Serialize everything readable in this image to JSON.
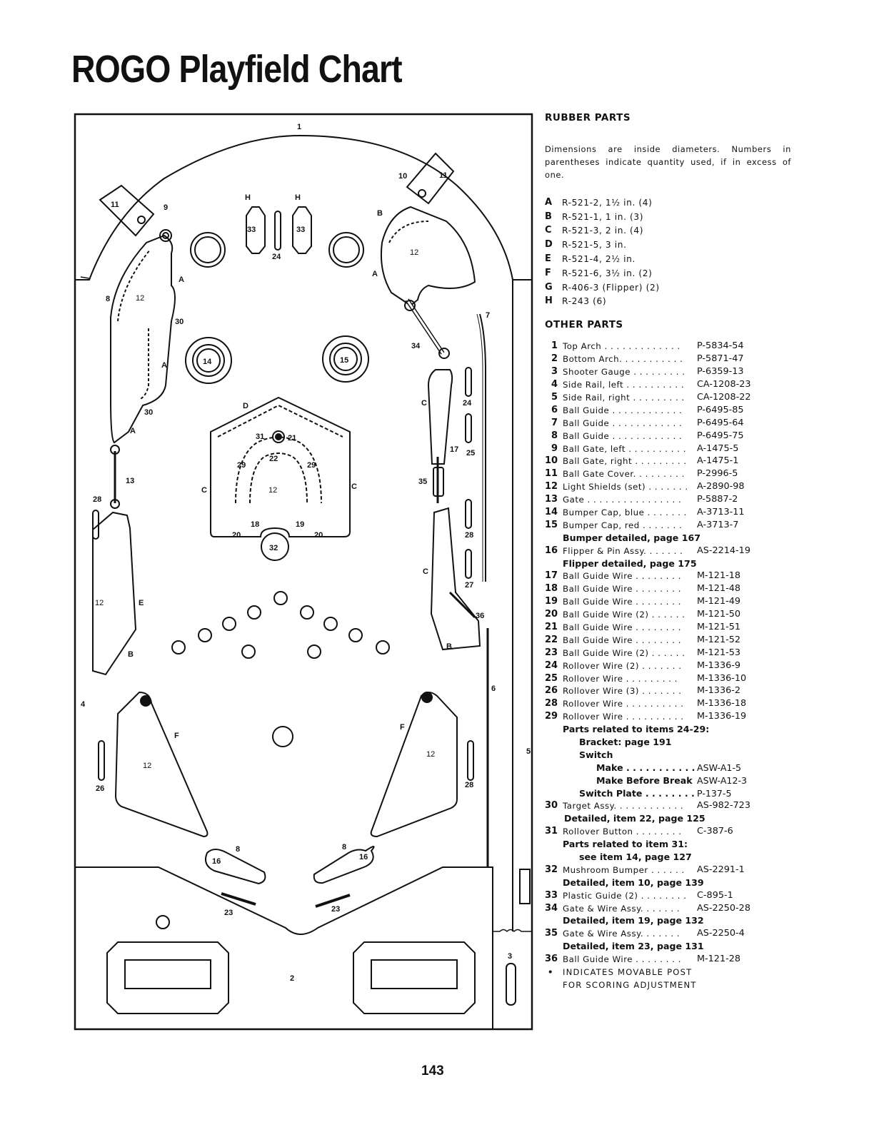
{
  "page": {
    "title": "ROGO Playfield Chart",
    "page_number": "143"
  },
  "rubber_parts": {
    "heading": "RUBBER PARTS",
    "intro": "Dimensions are inside diameters. Numbers in parentheses indicate quantity used, if in excess of one.",
    "items": [
      {
        "key": "A",
        "text": "R-521-2, 1½ in. (4)"
      },
      {
        "key": "B",
        "text": "R-521-1, 1 in. (3)"
      },
      {
        "key": "C",
        "text": "R-521-3, 2 in. (4)"
      },
      {
        "key": "D",
        "text": "R-521-5, 3 in."
      },
      {
        "key": "E",
        "text": "R-521-4, 2½ in."
      },
      {
        "key": "F",
        "text": "R-521-6, 3½ in. (2)"
      },
      {
        "key": "G",
        "text": "R-406-3 (Flipper) (2)"
      },
      {
        "key": "H",
        "text": "R-243 (6)"
      }
    ]
  },
  "other_parts": {
    "heading": "OTHER PARTS",
    "rows": [
      {
        "n": "1",
        "d": "Top Arch . . . . . . . . . . . . .",
        "p": "P-5834-54"
      },
      {
        "n": "2",
        "d": "Bottom Arch. . . . . . . . . . .",
        "p": "P-5871-47"
      },
      {
        "n": "3",
        "d": "Shooter Gauge . . . . . . . . .",
        "p": "P-6359-13"
      },
      {
        "n": "4",
        "d": "Side Rail, left . . . . . . . . . .",
        "p": "CA-1208-23"
      },
      {
        "n": "5",
        "d": "Side Rail, right . . . . . . . . .",
        "p": "CA-1208-22"
      },
      {
        "n": "6",
        "d": "Ball Guide . . . . . . . . . . . .",
        "p": "P-6495-85"
      },
      {
        "n": "7",
        "d": "Ball Guide . . . . . . . . . . . .",
        "p": "P-6495-64"
      },
      {
        "n": "8",
        "d": "Ball Guide . . . . . . . . . . . .",
        "p": "P-6495-75"
      },
      {
        "n": "9",
        "d": "Ball Gate, left . . . . . . . . . .",
        "p": "A-1475-5"
      },
      {
        "n": "10",
        "d": "Ball Gate, right . . . . . . . . .",
        "p": "A-1475-1"
      },
      {
        "n": "11",
        "d": "Ball Gate Cover. . . . . . . . .",
        "p": "P-2996-5"
      },
      {
        "n": "12",
        "d": "Light Shields (set) . . . . . . .",
        "p": "A-2890-98"
      },
      {
        "n": "13",
        "d": "Gate . . . . . . . . . . . . . . . .",
        "p": "P-5887-2"
      },
      {
        "n": "14",
        "d": "Bumper Cap, blue . . . . . . .",
        "p": "A-3713-11"
      },
      {
        "n": "15",
        "d": "Bumper Cap, red . . . . . . .",
        "p": "A-3713-7"
      },
      {
        "sub": "Bumper detailed, page 167",
        "indent": 25
      },
      {
        "n": "16",
        "d": "Flipper & Pin Assy. . . . . . .",
        "p": "AS-2214-19"
      },
      {
        "sub": "Flipper detailed, page 175",
        "indent": 25
      },
      {
        "n": "17",
        "d": "Ball Guide Wire . . . . . . . .",
        "p": "M-121-18"
      },
      {
        "n": "18",
        "d": "Ball Guide Wire . . . . . . . .",
        "p": "M-121-48"
      },
      {
        "n": "19",
        "d": "Ball Guide Wire . . . . . . . .",
        "p": "M-121-49"
      },
      {
        "n": "20",
        "d": "Ball Guide Wire (2) . . . . . .",
        "p": "M-121-50"
      },
      {
        "n": "21",
        "d": "Ball Guide Wire . . . . . . . .",
        "p": "M-121-51"
      },
      {
        "n": "22",
        "d": "Ball Guide Wire . . . . . . . .",
        "p": "M-121-52"
      },
      {
        "n": "23",
        "d": "Ball Guide Wire (2) . . . . . .",
        "p": "M-121-53"
      },
      {
        "n": "24",
        "d": "Rollover Wire (2) . . . . . . .",
        "p": "M-1336-9"
      },
      {
        "n": "25",
        "d": "Rollover Wire . . . . . . . . .",
        "p": "M-1336-10"
      },
      {
        "n": "26",
        "d": "Rollover Wire (3) . . . . . . .",
        "p": "M-1336-2"
      },
      {
        "n": "28",
        "d": "Rollover Wire . . . . . . . . . .",
        "p": "M-1336-18"
      },
      {
        "n": "29",
        "d": "Rollover Wire . . . . . . . . . .",
        "p": "M-1336-19"
      },
      {
        "sub": "Parts related to items 24-29:",
        "indent": 25
      },
      {
        "sub": "Bracket: page 191",
        "indent": 48
      },
      {
        "sub": "Switch",
        "indent": 48
      },
      {
        "sub": "Make . . . . . . . . . . .",
        "indent": 72,
        "p": "ASW-A1-5"
      },
      {
        "sub": "Make Before Break",
        "indent": 72,
        "p": "ASW-A12-3"
      },
      {
        "sub": "Switch Plate . . . . . . . .",
        "indent": 48,
        "p": "P-137-5"
      },
      {
        "n": "30",
        "d": "Target Assy. . . . . . . . . . . .",
        "p": "AS-982-723"
      },
      {
        "sub": "Detailed, item 22, page 125",
        "indent": 27
      },
      {
        "n": "31",
        "d": "Rollover Button . . . . . . . .",
        "p": "C-387-6"
      },
      {
        "sub": "Parts related to item 31:",
        "indent": 25
      },
      {
        "sub": "see item 14, page 127",
        "indent": 48
      },
      {
        "n": "32",
        "d": "Mushroom Bumper . . . . . .",
        "p": "AS-2291-1"
      },
      {
        "sub": "Detailed, item 10, page 139",
        "indent": 25
      },
      {
        "n": "33",
        "d": "Plastic Guide (2) . . . . . . . .",
        "p": "C-895-1"
      },
      {
        "n": "34",
        "d": "Gate & Wire Assy. . . . . . .",
        "p": "AS-2250-28"
      },
      {
        "sub": "Detailed, item 19, page 132",
        "indent": 25
      },
      {
        "n": "35",
        "d": "Gate & Wire Assy. . . . . . .",
        "p": "AS-2250-4"
      },
      {
        "sub": "Detailed, item 23, page 131",
        "indent": 25
      },
      {
        "n": "36",
        "d": "Ball Guide Wire . . . . . . . .",
        "p": "M-121-28"
      }
    ],
    "note_bullet": "•",
    "note_line1": "INDICATES MOVABLE POST",
    "note_line2": "FOR SCORING ADJUSTMENT"
  },
  "diagram_labels": {
    "l1": "1",
    "l2": "2",
    "l3": "3",
    "l4": "4",
    "l5": "5",
    "l6": "6",
    "l7": "7",
    "l8": "8",
    "l9": "9",
    "l10": "10",
    "l11": "11",
    "l12": "12",
    "l13": "13",
    "l14": "14",
    "l15": "15",
    "l16": "16",
    "l17": "17",
    "l18": "18",
    "l19": "19",
    "l20": "20",
    "l21": "21",
    "l22": "22",
    "l23": "23",
    "l24": "24",
    "l25": "25",
    "l26": "26",
    "l27": "27",
    "l28": "28",
    "l29": "29",
    "l30": "30",
    "l31": "31",
    "l32": "32",
    "l33": "33",
    "l34": "34",
    "l35": "35",
    "l36": "36",
    "A": "A",
    "B": "B",
    "C": "C",
    "D": "D",
    "E": "E",
    "F": "F",
    "H": "H"
  }
}
